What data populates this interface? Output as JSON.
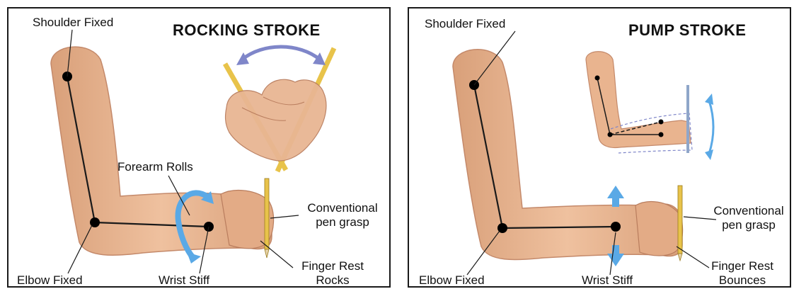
{
  "left_panel": {
    "title": "ROCKING STROKE",
    "labels": {
      "shoulder": "Shoulder Fixed",
      "forearm": "Forearm Rolls",
      "grasp_line1": "Conventional",
      "grasp_line2": "pen grasp",
      "elbow": "Elbow Fixed",
      "wrist": "Wrist Stiff",
      "finger_line1": "Finger Rest",
      "finger_line2": "Rocks"
    }
  },
  "right_panel": {
    "title": "PUMP STROKE",
    "labels": {
      "shoulder": "Shoulder Fixed",
      "grasp_line1": "Conventional",
      "grasp_line2": "pen grasp",
      "elbow": "Elbow Fixed",
      "wrist": "Wrist Stiff",
      "finger_line1": "Finger Rest",
      "finger_line2": "Bounces"
    }
  },
  "colors": {
    "skin": "#e9b48f",
    "skin_shadow": "#d69a74",
    "pencil": "#e8c34a",
    "arrow_blue": "#5aa9e6",
    "arrow_purple": "#7f86c9",
    "outline": "#1a1a1a"
  }
}
